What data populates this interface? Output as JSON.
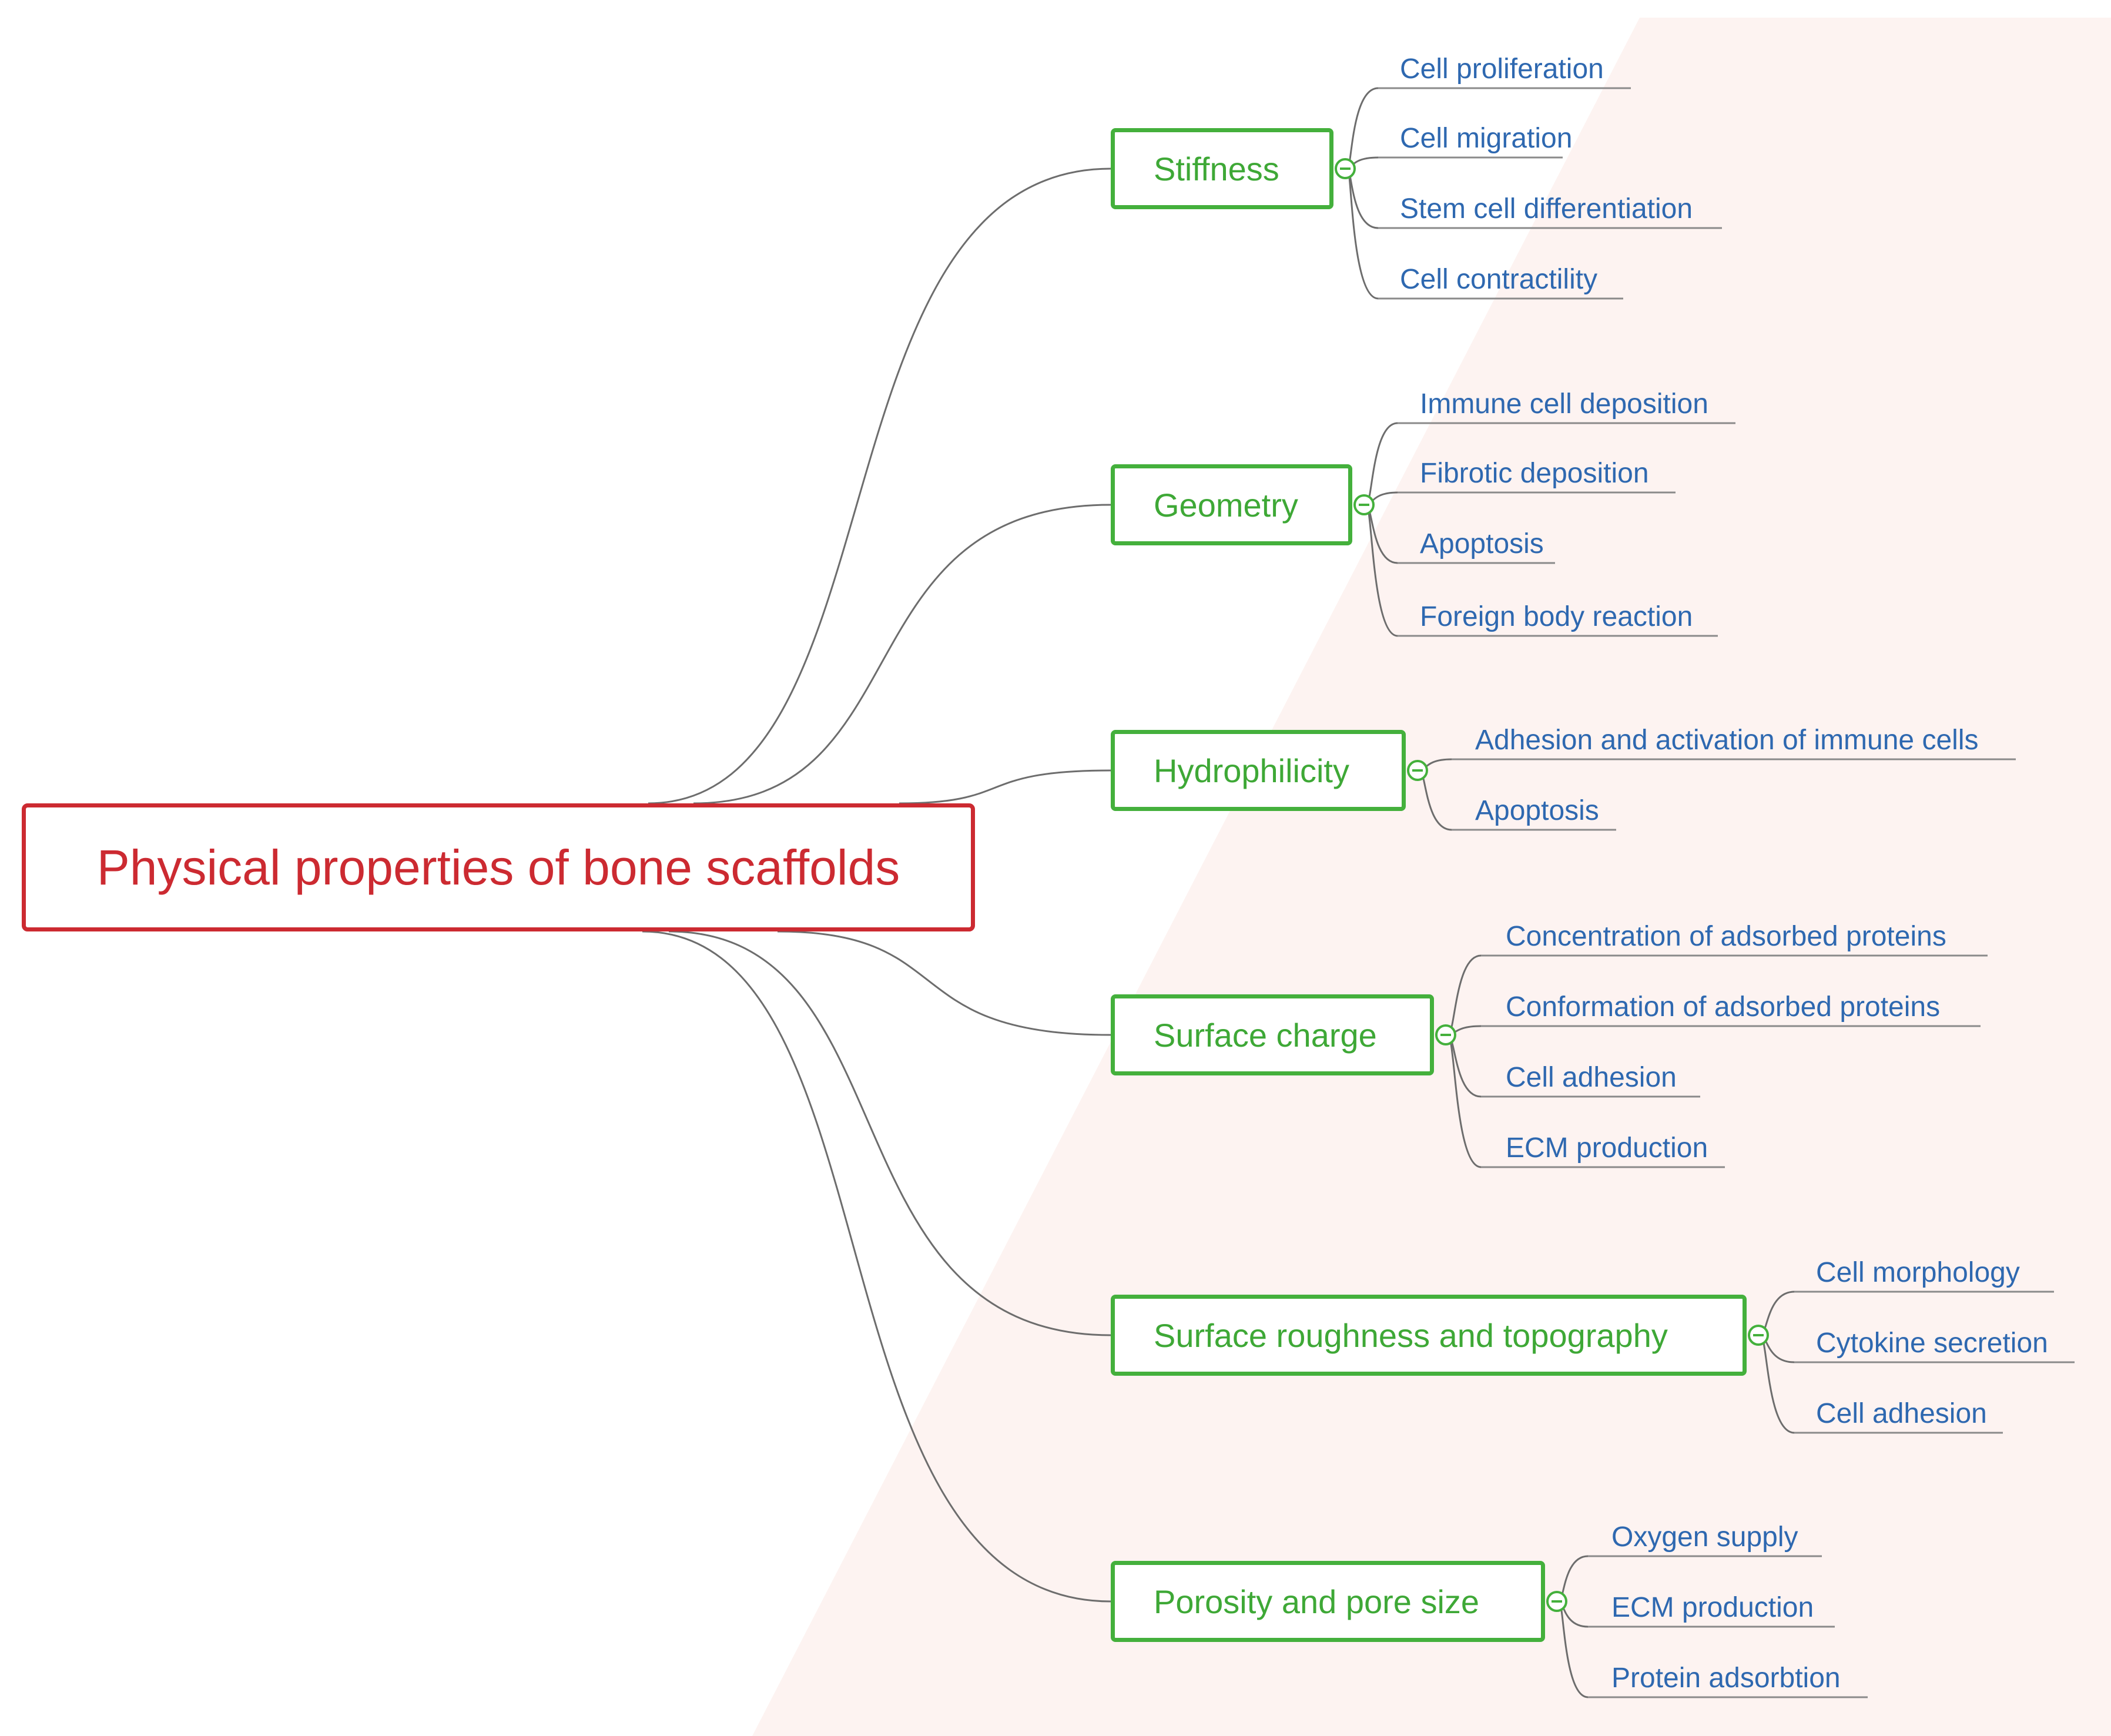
{
  "root": {
    "label": "Physical properties of bone scaffolds"
  },
  "colors": {
    "root": "#cc2a31",
    "branch": "#44b03c",
    "branch_text": "#3ea836",
    "leaf_text": "#2e68b0",
    "connector": "#6d6d6d",
    "underline": "#8a8a8a",
    "background_shade": "#fdf3f1"
  },
  "branches": [
    {
      "label": "Stiffness",
      "children": [
        "Cell proliferation",
        "Cell migration",
        "Stem cell differentiation",
        "Cell contractility"
      ]
    },
    {
      "label": "Geometry",
      "children": [
        "Immune cell deposition",
        "Fibrotic deposition",
        "Apoptosis",
        "Foreign body reaction"
      ]
    },
    {
      "label": "Hydrophilicity",
      "children": [
        "Adhesion and activation of immune cells",
        "Apoptosis"
      ]
    },
    {
      "label": "Surface charge",
      "children": [
        "Concentration of adsorbed proteins",
        "Conformation of adsorbed proteins",
        "Cell adhesion",
        "ECM production"
      ]
    },
    {
      "label": "Surface roughness and topography",
      "children": [
        "Cell morphology",
        "Cytokine secretion",
        "Cell adhesion"
      ]
    },
    {
      "label": "Porosity and pore size",
      "children": [
        "Oxygen supply",
        "ECM production",
        "Protein adsorbtion"
      ]
    }
  ]
}
